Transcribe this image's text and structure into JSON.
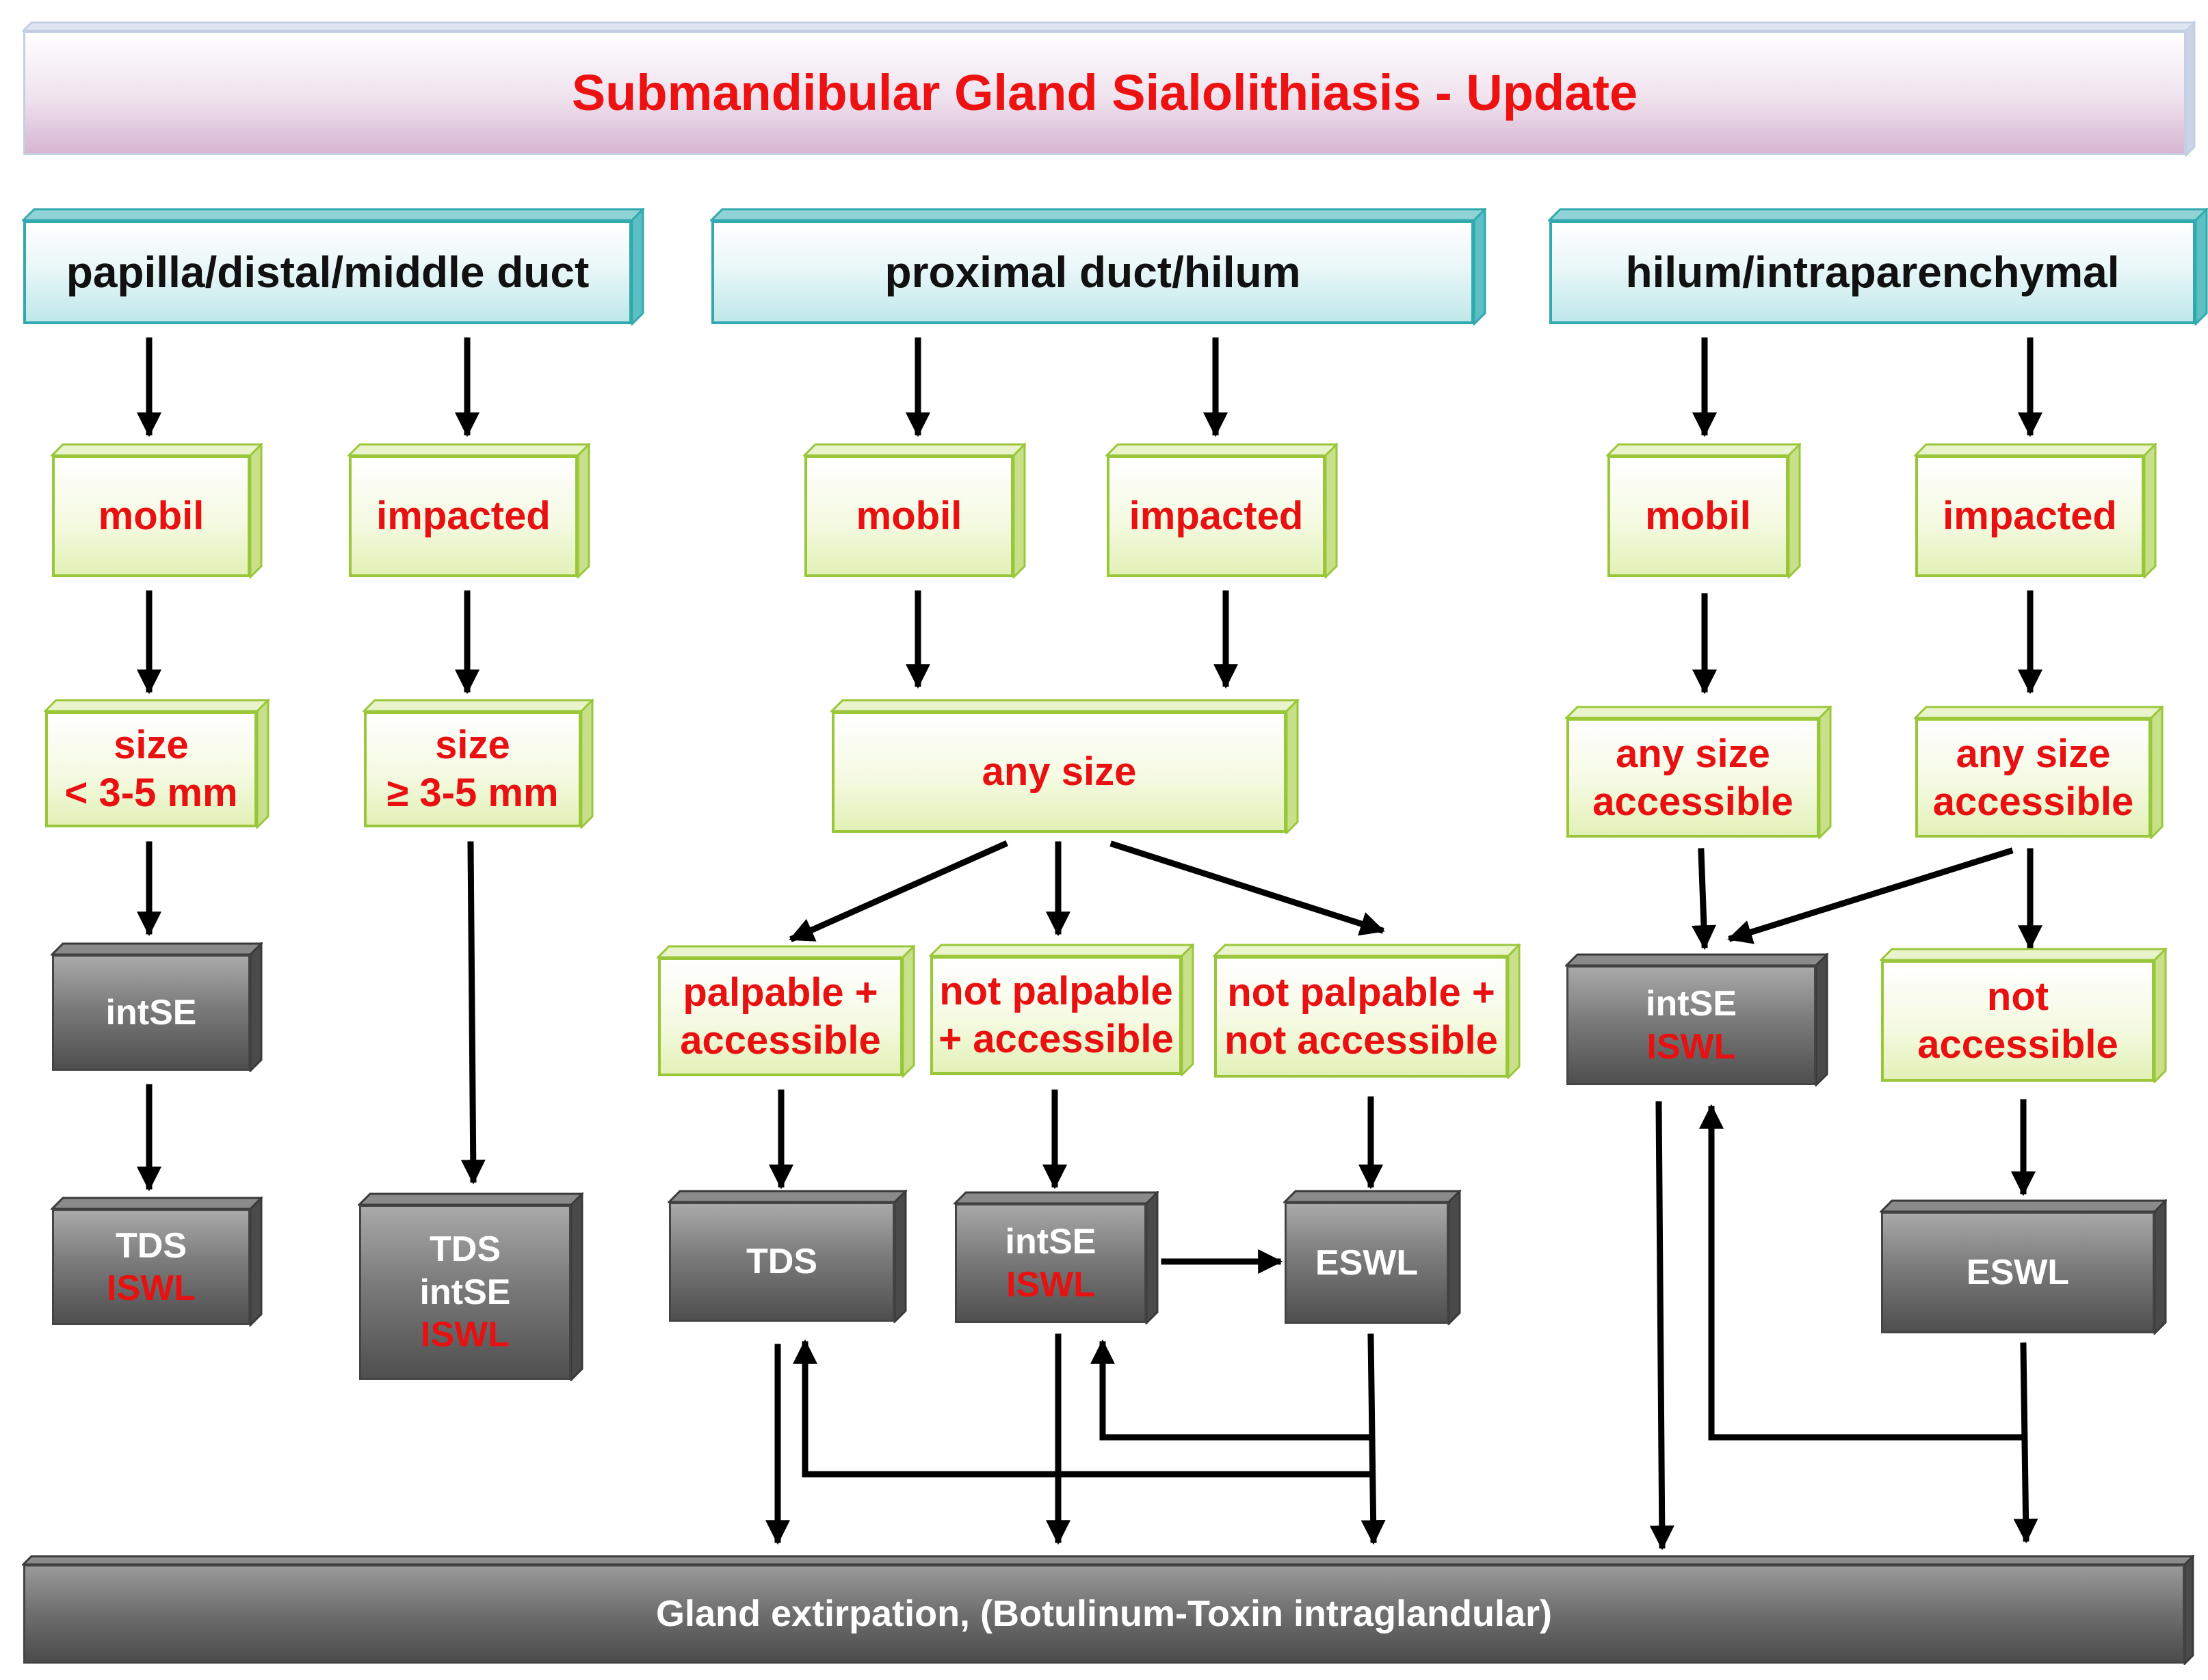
{
  "title": "Submandibular Gland Sialolithiasis - Update",
  "columns": {
    "left": {
      "header": "papilla/distal/middle duct",
      "mobil": "mobil",
      "impacted": "impacted",
      "size_small": [
        "size",
        "< 3-5 mm"
      ],
      "size_large": [
        "size",
        "≥ 3-5 mm"
      ],
      "intse": "intSE",
      "tds_iswl": [
        "TDS",
        "ISWL"
      ],
      "tds_intse_iswl": [
        "TDS",
        "intSE",
        "ISWL"
      ]
    },
    "middle": {
      "header": "proximal duct/hilum",
      "mobil": "mobil",
      "impacted": "impacted",
      "any_size": "any size",
      "palpable_accessible": [
        "palpable +",
        "accessible"
      ],
      "not_palpable_accessible": [
        "not palpable",
        "+ accessible"
      ],
      "not_palpable_not_accessible": [
        "not palpable +",
        "not accessible"
      ],
      "tds": "TDS",
      "intse_iswl": [
        "intSE",
        "ISWL"
      ],
      "eswl": "ESWL"
    },
    "right": {
      "header": "hilum/intraparenchymal",
      "mobil": "mobil",
      "impacted": "impacted",
      "any_size_accessible_1": [
        "any size",
        "accessible"
      ],
      "any_size_accessible_2": [
        "any size",
        "accessible"
      ],
      "intse_iswl": [
        "intSE",
        "ISWL"
      ],
      "not_accessible": [
        "not",
        "accessible"
      ],
      "eswl": "ESWL"
    }
  },
  "bottom": "Gland extirpation, (Botulinum-Toxin intraglandular)",
  "colors": {
    "emphasis_text": "#e81010",
    "header_border": "#32a9ae",
    "green_border": "#9ac73a",
    "grey_fill": "#6e6e6e",
    "arrow": "#000000"
  }
}
